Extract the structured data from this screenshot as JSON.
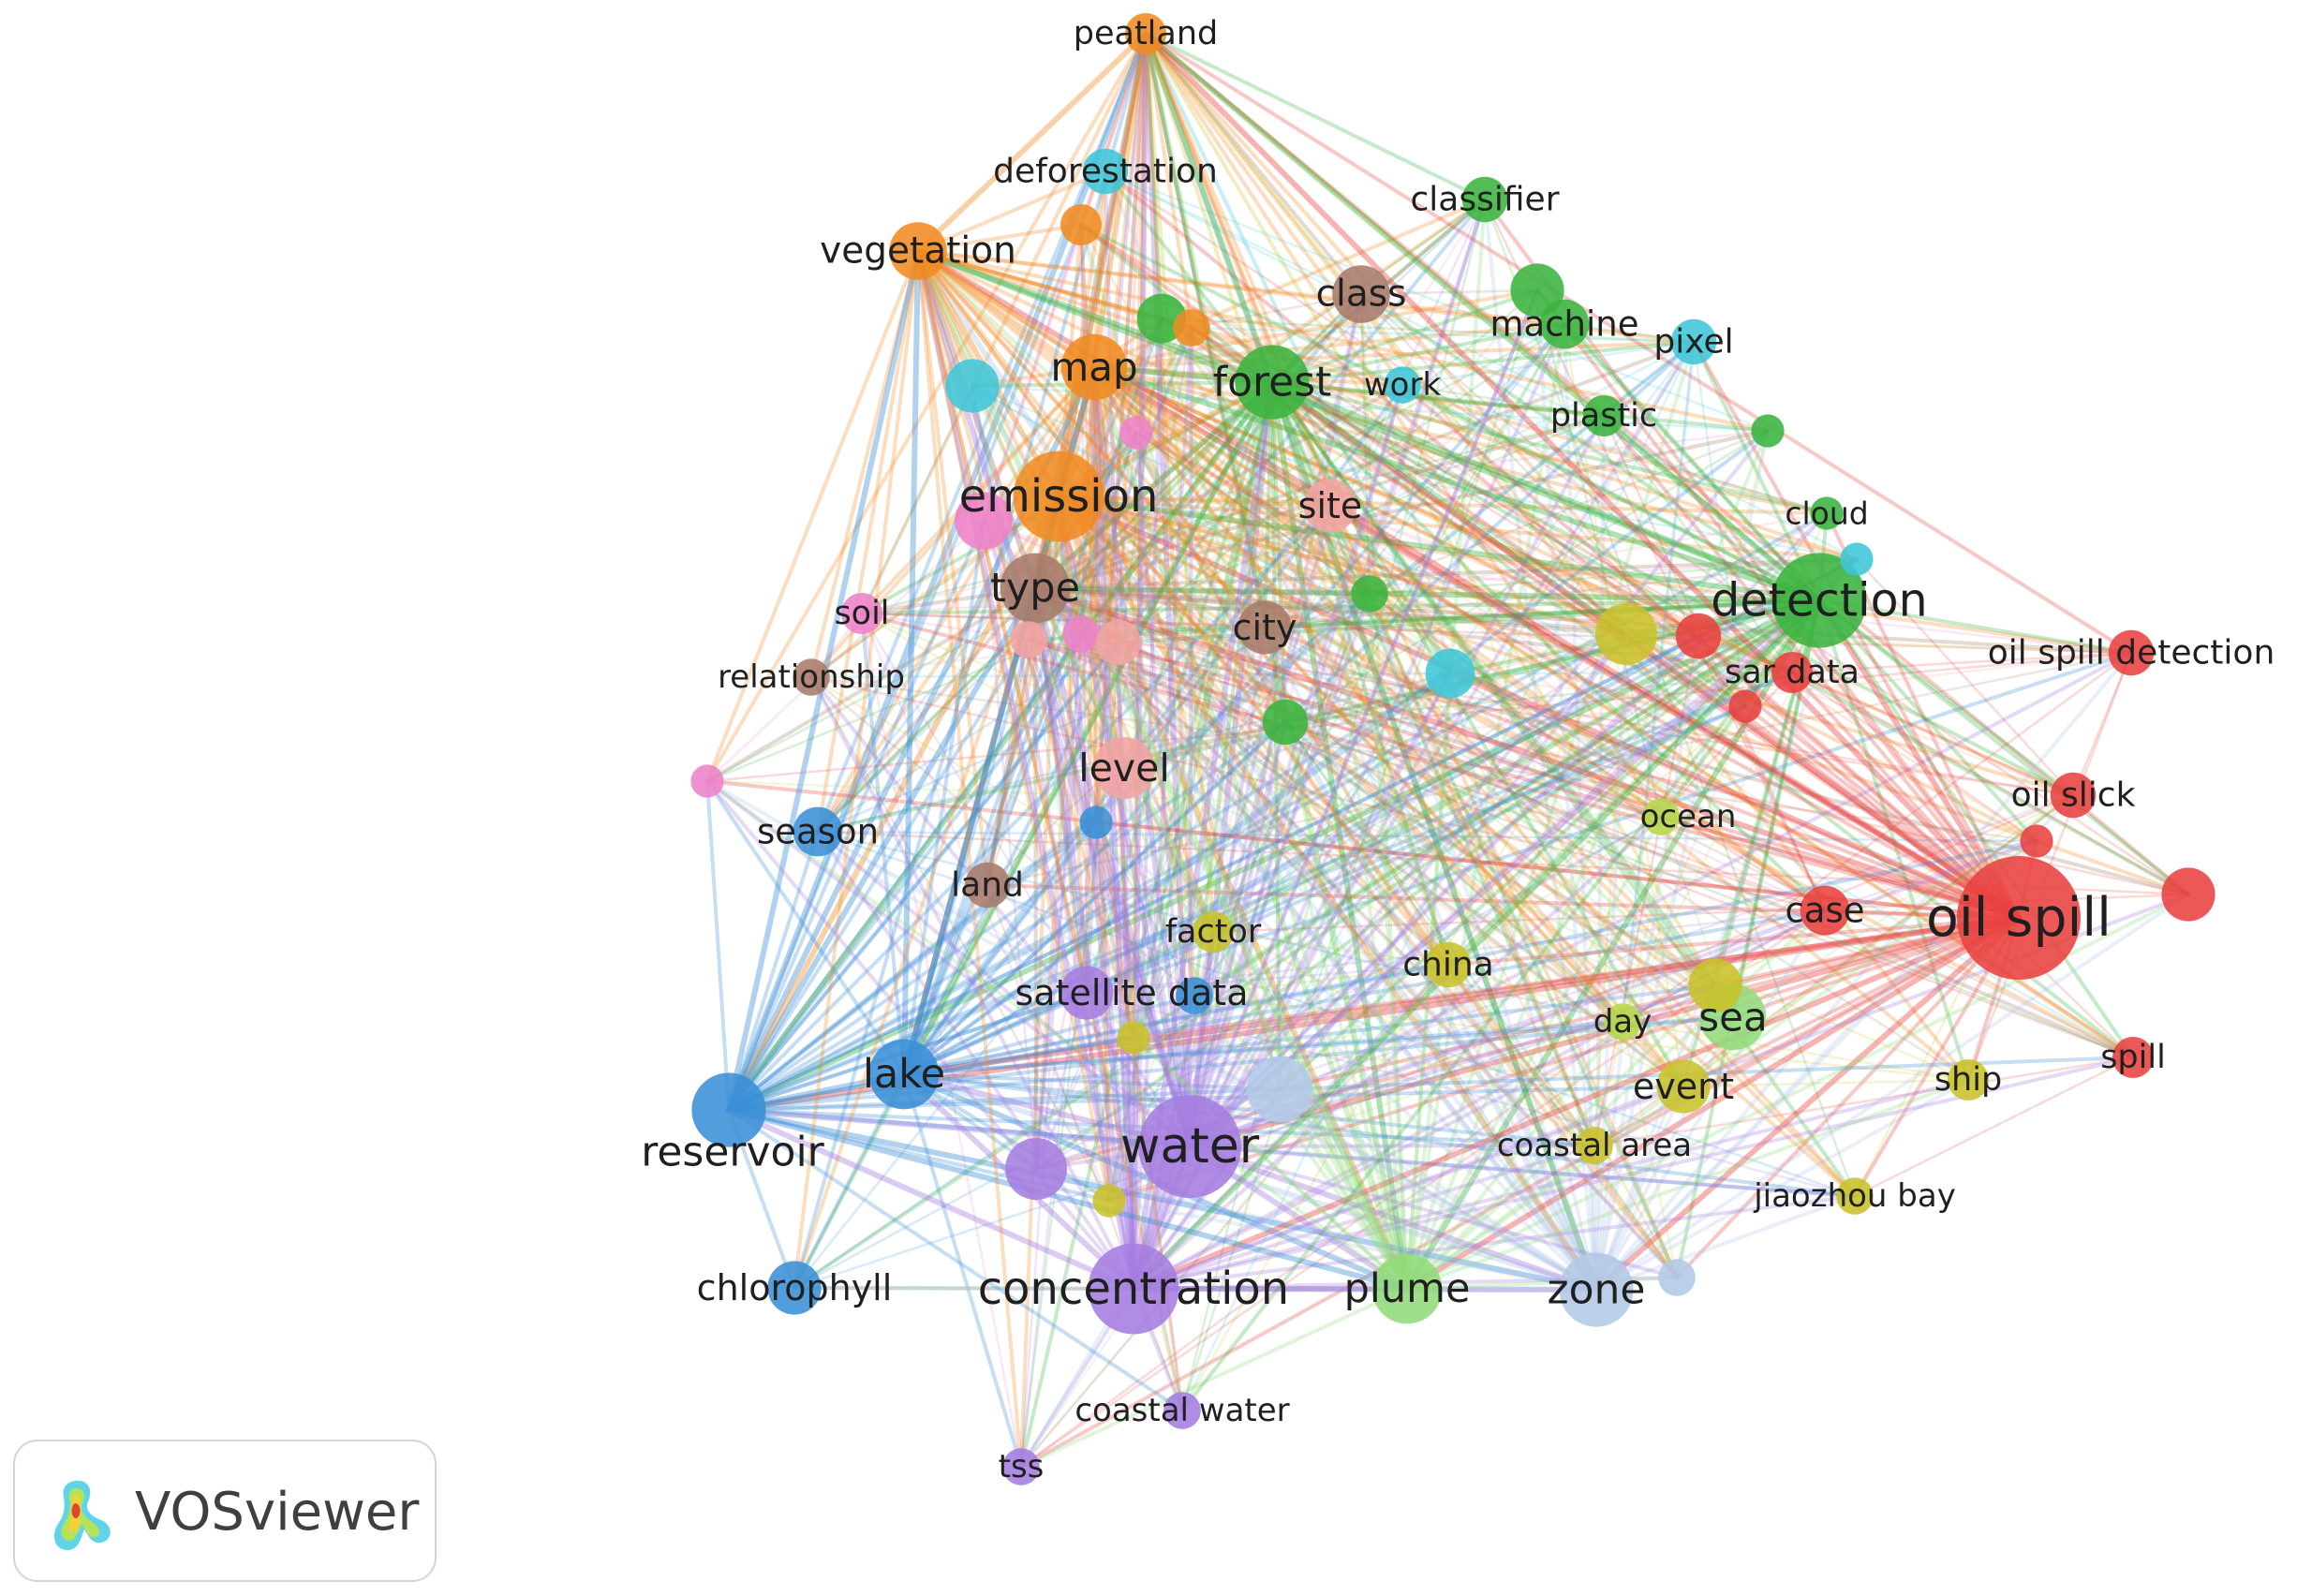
{
  "app": {
    "brand": "VOSviewer"
  },
  "palette": {
    "red": "#e8413f",
    "green": "#3ab43f",
    "blue": "#3a8fd6",
    "yellow": "#c9c22a",
    "orange": "#f08b22",
    "cyan": "#3fc6d8",
    "purple": "#a57de0",
    "brown": "#a77b6b",
    "pink": "#ee82c8",
    "lightgreen": "#92db7b",
    "lightblue": "#b3c8e6",
    "salmon": "#f2a3a0",
    "lime": "#b6d84a"
  },
  "network": {
    "nodes": [
      {
        "id": "peatland",
        "label": "peatland",
        "c": "orange",
        "s": 1
      },
      {
        "id": "deforestation",
        "label": "deforestation",
        "c": "cyan",
        "s": 1.1
      },
      {
        "id": "vegetation",
        "label": "vegetation",
        "c": "orange",
        "s": 1.4
      },
      {
        "id": "classifier",
        "label": "classifier",
        "c": "green",
        "s": 1.1
      },
      {
        "id": "class",
        "label": "class",
        "c": "brown",
        "s": 1.4
      },
      {
        "id": "machine",
        "label": "machine",
        "c": "green",
        "s": 1.2
      },
      {
        "id": "pixel",
        "label": "pixel",
        "c": "cyan",
        "s": 1.1
      },
      {
        "id": "map",
        "label": "map",
        "c": "orange",
        "s": 1.6
      },
      {
        "id": "forest",
        "label": "forest",
        "c": "green",
        "s": 1.8
      },
      {
        "id": "work",
        "label": "work",
        "c": "cyan",
        "s": 0.9
      },
      {
        "id": "plastic",
        "label": "plastic",
        "c": "green",
        "s": 1
      },
      {
        "id": "emission",
        "label": "emission",
        "c": "orange",
        "s": 2.2
      },
      {
        "id": "site",
        "label": "site",
        "c": "salmon",
        "s": 1.3
      },
      {
        "id": "cloud",
        "label": "cloud",
        "c": "green",
        "s": 0.8
      },
      {
        "id": "type",
        "label": "type",
        "c": "brown",
        "s": 1.7
      },
      {
        "id": "detection",
        "label": "detection",
        "c": "green",
        "s": 2.3
      },
      {
        "id": "soil",
        "label": "soil",
        "c": "pink",
        "s": 1
      },
      {
        "id": "city",
        "label": "city",
        "c": "brown",
        "s": 1.3
      },
      {
        "id": "oil_spill_detection",
        "label": "oil spill detection",
        "c": "red",
        "s": 1.1
      },
      {
        "id": "relationship",
        "label": "relationship",
        "c": "brown",
        "s": 0.9
      },
      {
        "id": "sar_data",
        "label": "sar data",
        "c": "red",
        "s": 1
      },
      {
        "id": "level",
        "label": "level",
        "c": "salmon",
        "s": 1.5
      },
      {
        "id": "oil_slick",
        "label": "oil slick",
        "c": "red",
        "s": 1.1
      },
      {
        "id": "season",
        "label": "season",
        "c": "blue",
        "s": 1.2
      },
      {
        "id": "ocean",
        "label": "ocean",
        "c": "lime",
        "s": 0.9
      },
      {
        "id": "land",
        "label": "land",
        "c": "brown",
        "s": 1.1
      },
      {
        "id": "oil_spill",
        "label": "oil spill",
        "c": "red",
        "s": 3
      },
      {
        "id": "case",
        "label": "case",
        "c": "red",
        "s": 1.2
      },
      {
        "id": "factor",
        "label": "factor",
        "c": "yellow",
        "s": 1
      },
      {
        "id": "china",
        "label": "china",
        "c": "yellow",
        "s": 1.1
      },
      {
        "id": "satellite_data",
        "label": "satellite data",
        "c": "purple",
        "s": 1.3
      },
      {
        "id": "sea",
        "label": "sea",
        "c": "lightgreen",
        "s": 1.6
      },
      {
        "id": "day",
        "label": "day",
        "c": "lime",
        "s": 0.9
      },
      {
        "id": "lake",
        "label": "lake",
        "c": "blue",
        "s": 1.7
      },
      {
        "id": "spill",
        "label": "spill",
        "c": "red",
        "s": 1
      },
      {
        "id": "event",
        "label": "event",
        "c": "yellow",
        "s": 1.3
      },
      {
        "id": "ship",
        "label": "ship",
        "c": "yellow",
        "s": 1
      },
      {
        "id": "reservoir",
        "label": "reservoir",
        "c": "blue",
        "s": 1.8
      },
      {
        "id": "water",
        "label": "water",
        "c": "purple",
        "s": 2.5
      },
      {
        "id": "coastal_area",
        "label": "coastal area",
        "c": "yellow",
        "s": 0.9
      },
      {
        "id": "jiaozhou_bay",
        "label": "jiaozhou bay",
        "c": "yellow",
        "s": 0.9
      },
      {
        "id": "chlorophyll",
        "label": "chlorophyll",
        "c": "blue",
        "s": 1.3
      },
      {
        "id": "concentration",
        "label": "concentration",
        "c": "purple",
        "s": 2.2
      },
      {
        "id": "plume",
        "label": "plume",
        "c": "lightgreen",
        "s": 1.7
      },
      {
        "id": "zone",
        "label": "zone",
        "c": "lightblue",
        "s": 1.8
      },
      {
        "id": "coastal_water",
        "label": "coastal water",
        "c": "purple",
        "s": 0.9
      },
      {
        "id": "tss",
        "label": "tss",
        "c": "purple",
        "s": 0.9
      },
      {
        "id": "u1",
        "label": "",
        "c": "orange",
        "s": 1
      },
      {
        "id": "u2",
        "label": "",
        "c": "green",
        "s": 1.2
      },
      {
        "id": "u3",
        "label": "",
        "c": "orange",
        "s": 0.9
      },
      {
        "id": "u4",
        "label": "",
        "c": "green",
        "s": 1.3
      },
      {
        "id": "u5",
        "label": "",
        "c": "cyan",
        "s": 1.3
      },
      {
        "id": "u6",
        "label": "",
        "c": "pink",
        "s": 0.8
      },
      {
        "id": "u7",
        "label": "",
        "c": "pink",
        "s": 1.4
      },
      {
        "id": "u8",
        "label": "",
        "c": "green",
        "s": 0.8
      },
      {
        "id": "u9",
        "label": "",
        "c": "pink",
        "s": 0.9
      },
      {
        "id": "u10",
        "label": "",
        "c": "salmon",
        "s": 1.1
      },
      {
        "id": "u11",
        "label": "",
        "c": "salmon",
        "s": 0.9
      },
      {
        "id": "u12",
        "label": "",
        "c": "cyan",
        "s": 0.8
      },
      {
        "id": "u13",
        "label": "",
        "c": "green",
        "s": 0.9
      },
      {
        "id": "u14",
        "label": "",
        "c": "yellow",
        "s": 1.5
      },
      {
        "id": "u15",
        "label": "",
        "c": "red",
        "s": 1.1
      },
      {
        "id": "u16",
        "label": "",
        "c": "cyan",
        "s": 1.2
      },
      {
        "id": "u17",
        "label": "",
        "c": "red",
        "s": 0.8
      },
      {
        "id": "u18",
        "label": "",
        "c": "green",
        "s": 1.1
      },
      {
        "id": "u19",
        "label": "",
        "c": "pink",
        "s": 0.8
      },
      {
        "id": "u20",
        "label": "",
        "c": "blue",
        "s": 0.8
      },
      {
        "id": "u21",
        "label": "",
        "c": "red",
        "s": 0.8
      },
      {
        "id": "u22",
        "label": "",
        "c": "red",
        "s": 1.3
      },
      {
        "id": "u23",
        "label": "",
        "c": "yellow",
        "s": 1.3
      },
      {
        "id": "u24",
        "label": "",
        "c": "yellow",
        "s": 0.8
      },
      {
        "id": "u25",
        "label": "",
        "c": "lightblue",
        "s": 1.6
      },
      {
        "id": "u26",
        "label": "",
        "c": "purple",
        "s": 1.5
      },
      {
        "id": "u27",
        "label": "",
        "c": "yellow",
        "s": 0.8
      },
      {
        "id": "u28",
        "label": "",
        "c": "lightblue",
        "s": 0.9
      },
      {
        "id": "u29",
        "label": "",
        "c": "blue",
        "s": 0.9
      }
    ]
  }
}
